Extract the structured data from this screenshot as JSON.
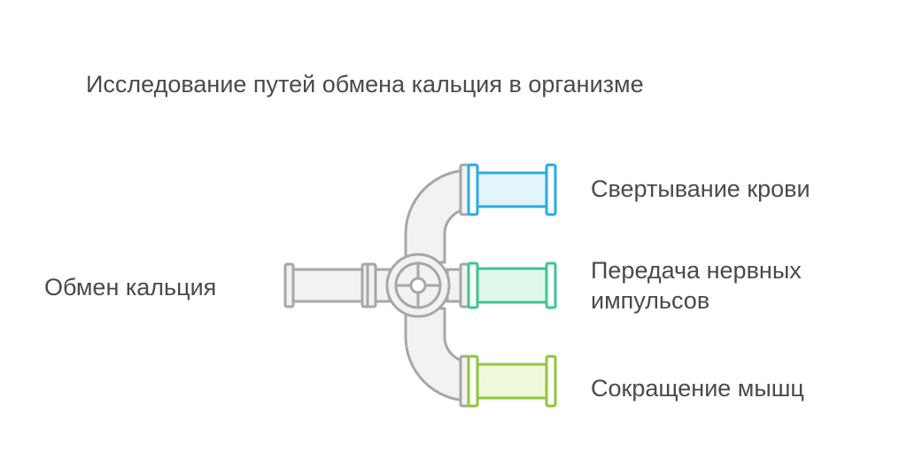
{
  "title": "Исследование путей обмена кальция в организме",
  "source": {
    "label": "Обмен кальция"
  },
  "outputs": [
    {
      "label": "Свертывание крови",
      "color": "#29abe2",
      "fill": "#e3f4fc"
    },
    {
      "label": "Передача нервных импульсов",
      "color": "#3ec68f",
      "fill": "#e0f8ea"
    },
    {
      "label": "Сокращение мышц",
      "color": "#8dc63f",
      "fill": "#f0f8dc"
    }
  ],
  "colors": {
    "pipe_stroke": "#a7a7a7",
    "pipe_fill": "#f2f2f2",
    "text": "#4a4a4a"
  }
}
